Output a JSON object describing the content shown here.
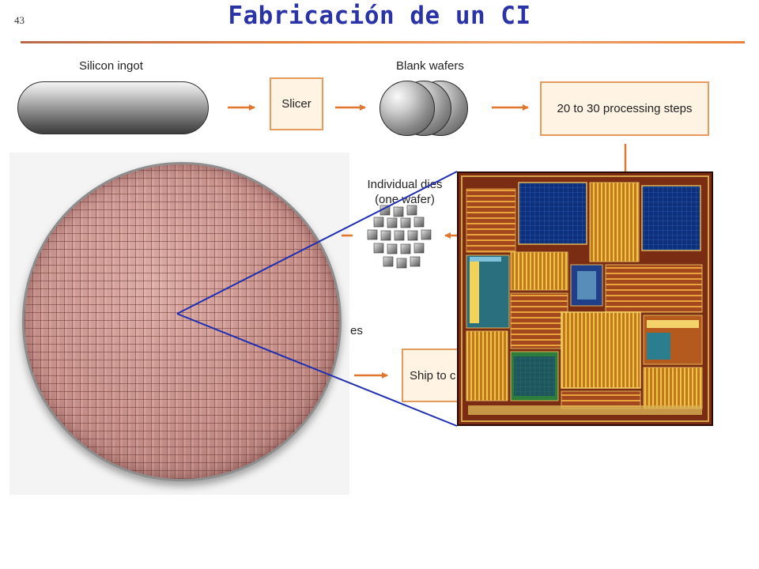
{
  "slide": {
    "number": "43",
    "title": "Fabricación de un CI"
  },
  "flow": {
    "silicon_ingot_label": "Silicon ingot",
    "blank_wafers_label": "Blank wafers",
    "slicer_label": "Slicer",
    "processing_steps_label": "20 to 30 processing steps",
    "individual_dies_label_line1": "Individual dies",
    "individual_dies_label_line2": "(one wafer)",
    "partial_label": "es",
    "ship_label": "Ship to c"
  },
  "colors": {
    "title": "#2b34a6",
    "arrow": "#e2762f",
    "box_border": "#e69a5c",
    "box_fill": "#fff3e4",
    "zoom_lines": "#1f2fb0"
  }
}
